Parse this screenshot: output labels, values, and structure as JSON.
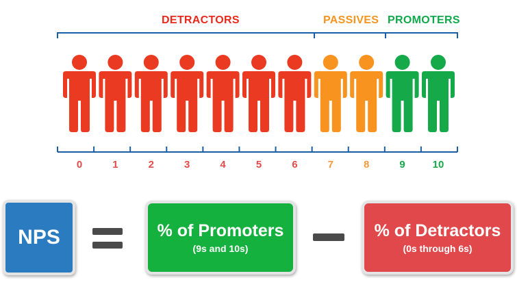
{
  "categories": [
    {
      "label": "DETRACTORS",
      "color": "#e9291c",
      "from": 0,
      "to": 6
    },
    {
      "label": "PASSIVES",
      "color": "#f7941d",
      "from": 7,
      "to": 8
    },
    {
      "label": "PROMOTERS",
      "color": "#10a94b",
      "from": 9,
      "to": 10
    }
  ],
  "scale": [
    "0",
    "1",
    "2",
    "3",
    "4",
    "5",
    "6",
    "7",
    "8",
    "9",
    "10"
  ],
  "colors": {
    "bracket": "#1a5ea8",
    "detractor": "#ea3a22",
    "passive": "#f7931e",
    "promoter": "#15a94a",
    "detractor_num": "#e24b4b",
    "passive_num": "#f49a3b",
    "promoter_num": "#15a94a",
    "nps_box": "#2b7bc1",
    "promoters_box": "#15b13f",
    "detractors_box": "#e0484c",
    "operator": "#4a4a4a"
  },
  "formula": {
    "nps_label": "NPS",
    "promoters_title": "% of Promoters",
    "promoters_sub": "(9s and 10s)",
    "detractors_title": "% of Detractors",
    "detractors_sub": "(0s through 6s)"
  }
}
